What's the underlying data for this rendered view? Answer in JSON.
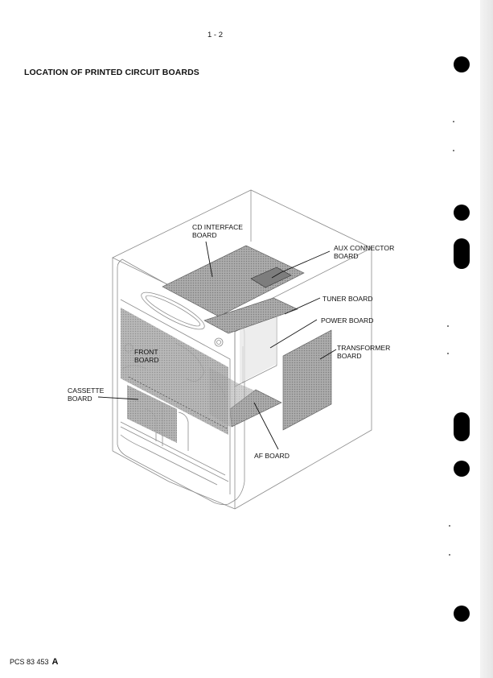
{
  "page": {
    "page_number": "1 - 2",
    "title": "LOCATION OF PRINTED CIRCUIT BOARDS",
    "footer_code": "PCS 83 453",
    "footer_suffix": "A"
  },
  "labels": {
    "cd_interface_1": "CD INTERFACE",
    "cd_interface_2": "BOARD",
    "aux_connector_1": "AUX CONNECTOR",
    "aux_connector_2": "BOARD",
    "tuner": "TUNER BOARD",
    "power": "POWER BOARD",
    "transformer_1": "TRANSFORMER",
    "transformer_2": "BOARD",
    "front_1": "FRONT",
    "front_2": "BOARD",
    "cassette_1": "CASSETTE",
    "cassette_2": "BOARD",
    "af": "AF BOARD"
  },
  "colors": {
    "board_fill": "#9a9a9a",
    "outline": "#888888",
    "ink": "#111111"
  }
}
